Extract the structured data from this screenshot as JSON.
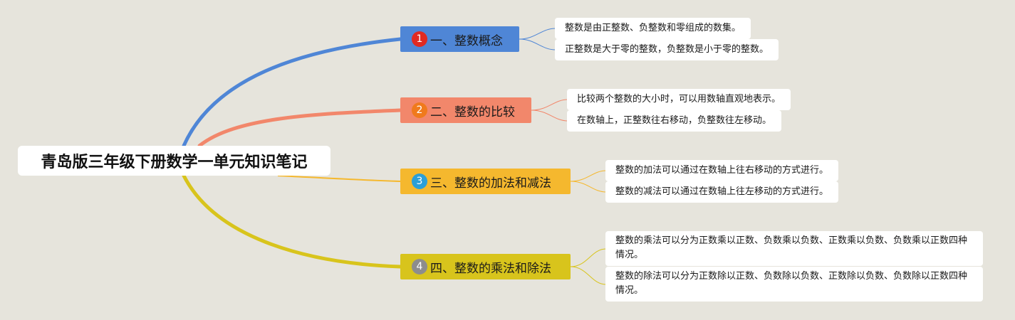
{
  "title": "青岛版三年级下册数学一单元知识笔记",
  "branches": [
    {
      "num": "1",
      "label": "一、整数概念",
      "color": "#4f86d6",
      "badge_color": "#e02a22",
      "leaves": [
        "整数是由正整数、负整数和零组成的数集。",
        "正整数是大于零的整数，负整数是小于零的整数。"
      ]
    },
    {
      "num": "2",
      "label": "二、整数的比较",
      "color": "#f2876b",
      "badge_color": "#f07a1c",
      "leaves": [
        "比较两个整数的大小时，可以用数轴直观地表示。",
        "在数轴上，正整数往右移动，负整数往左移动。"
      ]
    },
    {
      "num": "3",
      "label": "三、整数的加法和减法",
      "color": "#f5b82e",
      "badge_color": "#2b9fd8",
      "leaves": [
        "整数的加法可以通过在数轴上往右移动的方式进行。",
        "整数的减法可以通过在数轴上往左移动的方式进行。"
      ]
    },
    {
      "num": "4",
      "label": "四、整数的乘法和除法",
      "color": "#d8c41c",
      "badge_color": "#8d8d8d",
      "leaves": [
        "整数的乘法可以分为正数乘以正数、负数乘以负数、正数乘以负数、负数乘以正数四种情况。",
        "整数的除法可以分为正数除以正数、负数除以负数、正数除以负数、负数除以正数四种情况。"
      ]
    }
  ]
}
